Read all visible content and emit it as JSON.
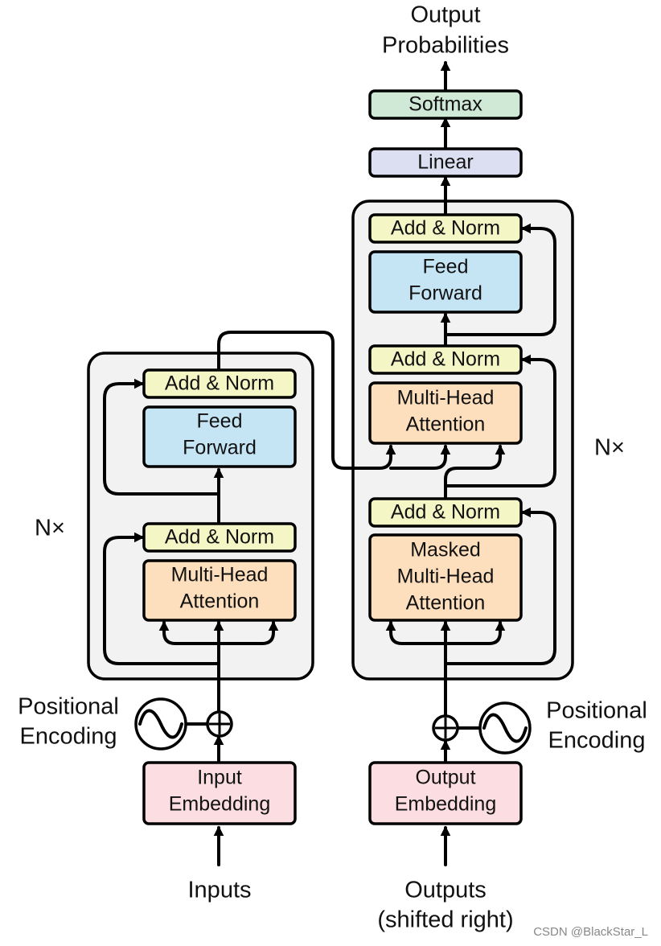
{
  "colors": {
    "add_norm": "#f4f6c5",
    "feed_forward": "#c5e5f5",
    "attention": "#fddfbd",
    "embedding": "#fbdde2",
    "linear": "#dcdff1",
    "softmax": "#cfe9d6",
    "stack_background": "#f2f2f2"
  },
  "output": {
    "title_line1": "Output",
    "title_line2": "Probabilities",
    "softmax": "Softmax",
    "linear": "Linear"
  },
  "encoder": {
    "repeat": "N×",
    "add_norm_top": "Add & Norm",
    "feed_forward_line1": "Feed",
    "feed_forward_line2": "Forward",
    "add_norm_bottom": "Add & Norm",
    "attention_line1": "Multi-Head",
    "attention_line2": "Attention",
    "positional_line1": "Positional",
    "positional_line2": "Encoding",
    "embedding_line1": "Input",
    "embedding_line2": "Embedding",
    "input_label": "Inputs"
  },
  "decoder": {
    "repeat": "N×",
    "add_norm_top": "Add & Norm",
    "feed_forward_line1": "Feed",
    "feed_forward_line2": "Forward",
    "add_norm_middle": "Add & Norm",
    "attention_line1": "Multi-Head",
    "attention_line2": "Attention",
    "add_norm_bottom": "Add & Norm",
    "masked_line1": "Masked",
    "masked_line2": "Multi-Head",
    "masked_line3": "Attention",
    "positional_line1": "Positional",
    "positional_line2": "Encoding",
    "embedding_line1": "Output",
    "embedding_line2": "Embedding",
    "input_label_line1": "Outputs",
    "input_label_line2": "(shifted right)"
  },
  "watermark": "CSDN @BlackStar_L"
}
